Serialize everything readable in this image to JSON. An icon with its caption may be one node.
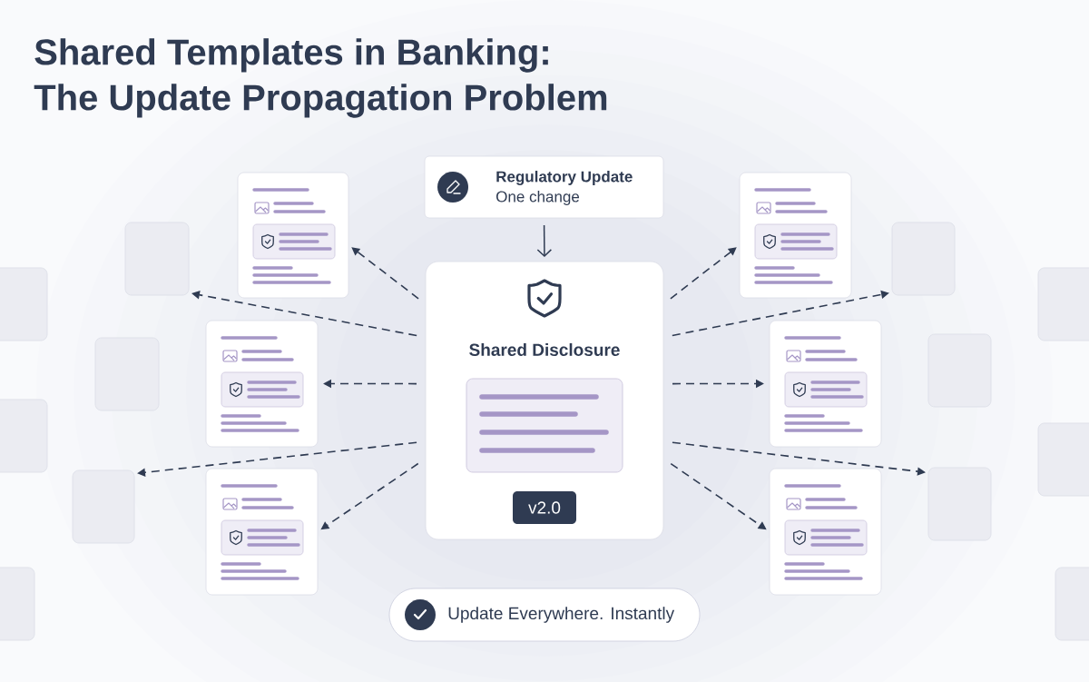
{
  "diagram": {
    "title": "Shared Templates in Banking: The Update Propagation Problem",
    "nodes": [
      {
        "text": [
          "Regulatory Update",
          "One change"
        ]
      },
      {
        "text": [
          "Shared Disclosure"
        ]
      },
      {
        "text": [
          "v2.0"
        ],
        "in": 1
      },
      {
        "text": [],
        "shape": "box"
      },
      {
        "text": [],
        "shape": "box"
      },
      {
        "text": [],
        "shape": "box"
      },
      {
        "text": [],
        "shape": "box"
      },
      {
        "text": [],
        "shape": "box"
      },
      {
        "text": [],
        "shape": "box"
      },
      {
        "text": [
          "Update Everywhere. Instantly"
        ]
      },
      {
        "text": [],
        "shape": "box"
      },
      {
        "text": [],
        "shape": "box"
      },
      {
        "text": [],
        "shape": "box"
      },
      {
        "text": [],
        "shape": "box"
      },
      {
        "text": [],
        "shape": "box"
      },
      {
        "text": [],
        "shape": "box"
      },
      {
        "text": [],
        "shape": "box"
      },
      {
        "text": [],
        "shape": "box"
      },
      {
        "text": [],
        "shape": "box"
      },
      {
        "text": [],
        "shape": "box"
      },
      {
        "text": [],
        "shape": "box"
      },
      {
        "text": [],
        "shape": "box"
      }
    ],
    "edges": [
      {
        "from": 0,
        "to": 1,
        "arrow": "to"
      },
      {
        "from": 1,
        "to": 3,
        "arrow": "to",
        "style": "dashed"
      },
      {
        "from": 1,
        "to": 4,
        "arrow": "to",
        "style": "dashed"
      },
      {
        "from": 1,
        "to": 5,
        "arrow": "to",
        "style": "dashed"
      },
      {
        "from": 1,
        "to": 6,
        "arrow": "to",
        "style": "dashed"
      },
      {
        "from": 1,
        "to": 7,
        "arrow": "to",
        "style": "dashed"
      },
      {
        "from": 1,
        "to": 8,
        "arrow": "to",
        "style": "dashed"
      },
      {
        "from": 1,
        "to": 10,
        "arrow": "to",
        "style": "dashed"
      },
      {
        "from": 1,
        "to": 12,
        "arrow": "to",
        "style": "dashed"
      },
      {
        "from": 1,
        "to": 16,
        "arrow": "to",
        "style": "dashed"
      },
      {
        "from": 1,
        "to": 18,
        "arrow": "to",
        "style": "dashed"
      }
    ]
  }
}
